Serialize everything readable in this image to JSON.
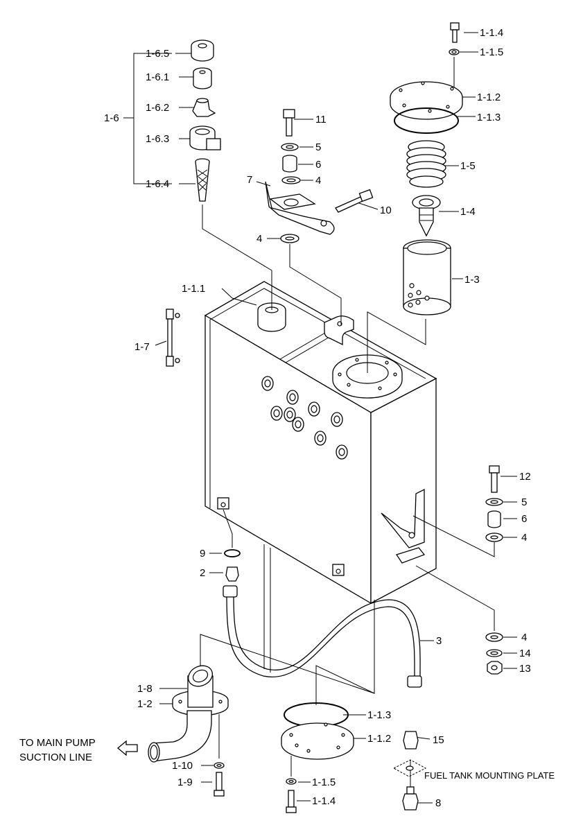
{
  "labels": {
    "l_1_1_4_top": "1-1.4",
    "l_1_1_5_top": "1-1.5",
    "l_1_1_2_top": "1-1.2",
    "l_1_1_3_top": "1-1.3",
    "l_1_5": "1-5",
    "l_1_4": "1-4",
    "l_1_3": "1-3",
    "l_1_6_5": "1-6.5",
    "l_1_6_1": "1-6.1",
    "l_1_6_2": "1-6.2",
    "l_1_6": "1-6",
    "l_1_6_3": "1-6.3",
    "l_1_6_4": "1-6.4",
    "l_11": "11",
    "l_5_top": "5",
    "l_6_top": "6",
    "l_4_top": "4",
    "l_7": "7",
    "l_10": "10",
    "l_4_mid": "4",
    "l_1_1_1": "1-1.1",
    "l_1_7": "1-7",
    "l_12": "12",
    "l_5_right": "5",
    "l_6_right": "6",
    "l_4_right": "4",
    "l_9": "9",
    "l_2": "2",
    "l_3": "3",
    "l_4_low": "4",
    "l_14": "14",
    "l_13": "13",
    "l_1_8": "1-8",
    "l_1_2": "1-2",
    "l_1_1_3_bot": "1-1.3",
    "l_1_1_2_bot": "1-1.2",
    "l_15": "15",
    "l_1_10": "1-10",
    "l_1_9": "1-9",
    "l_1_1_5_bot": "1-1.5",
    "l_1_1_4_bot": "1-1.4",
    "l_8": "8"
  },
  "annotations": {
    "pump_line_1": "TO MAIN PUMP",
    "pump_line_2": "SUCTION LINE",
    "mounting_plate": "FUEL TANK MOUNTING PLATE"
  }
}
